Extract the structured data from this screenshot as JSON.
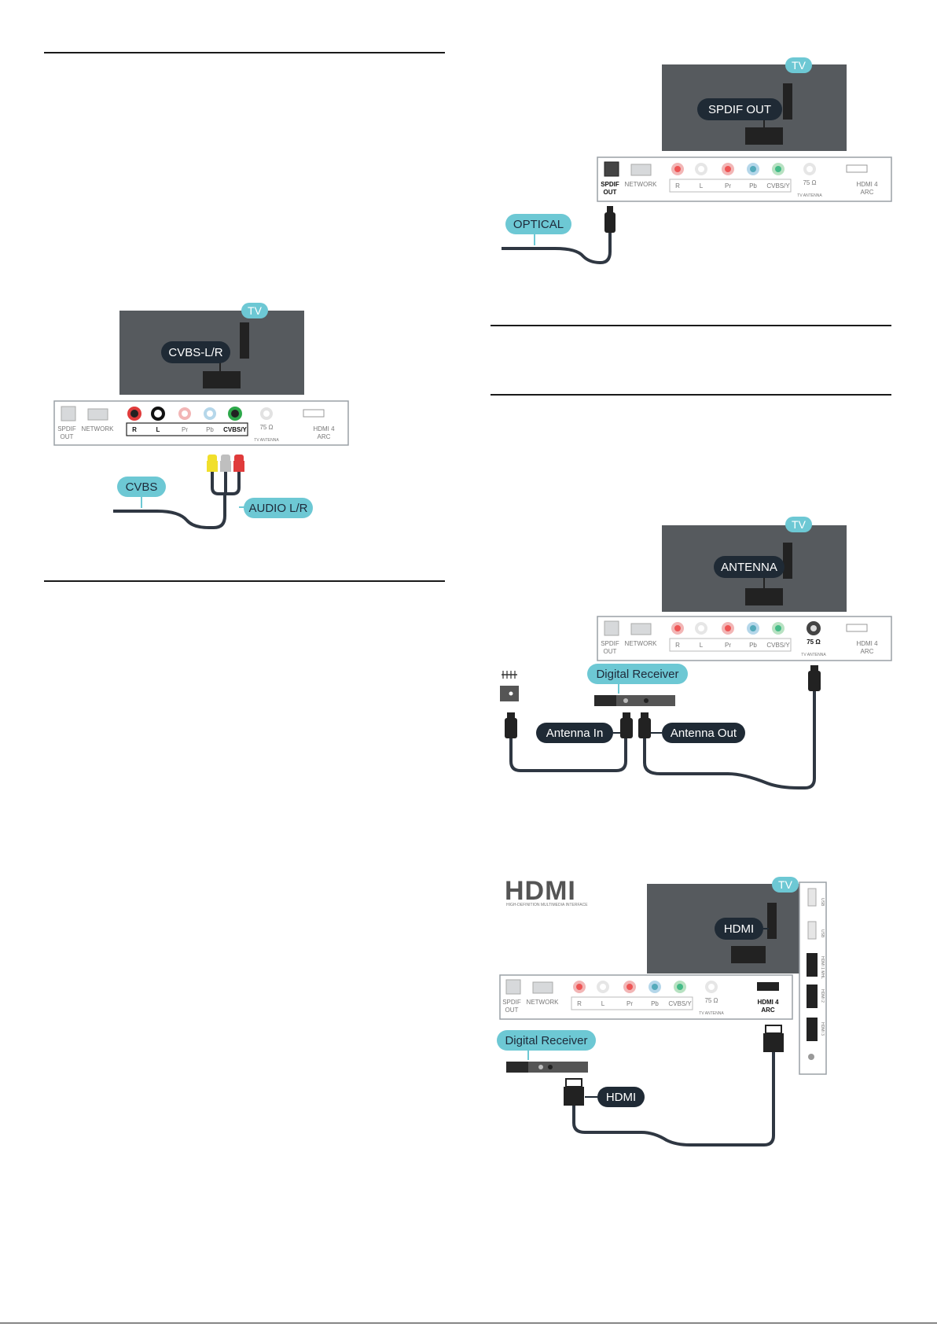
{
  "colors": {
    "tv_body": "#565a5e",
    "cable": "#2f3742",
    "callout_cyan": "#6dc8d4",
    "callout_dark": "#1f2a35",
    "panel_border": "#9aa0a6",
    "red_port": "#e03b3b",
    "green_port": "#2da84a",
    "yellow_plug": "#f1df2b"
  },
  "ports": {
    "spdif_line1": "SPDIF",
    "spdif_line2": "OUT",
    "network": "NETWORK",
    "r": "R",
    "l": "L",
    "pr": "Pr",
    "pb": "Pb",
    "cvbs_y": "CVBS/Y",
    "ohm": "75 Ω",
    "tv_antenna": "TV ANTENNA",
    "hdmi4_line1": "HDMI 4",
    "hdmi4_line2": "ARC"
  },
  "tv_tag": "TV",
  "fig_cvbs": {
    "tv_label": "CVBS-L/R",
    "cable_a": "CVBS",
    "cable_b": "AUDIO L/R"
  },
  "fig_optical": {
    "tv_label": "SPDIF OUT",
    "cable_label": "OPTICAL"
  },
  "fig_antenna": {
    "tv_label": "ANTENNA",
    "device_label": "Digital Receiver",
    "cable_in": "Antenna In",
    "cable_out": "Antenna Out"
  },
  "fig_hdmi": {
    "logo": "HDMI",
    "logo_sub": "HIGH-DEFINITION MULTIMEDIA INTERFACE",
    "tv_label": "HDMI",
    "device_label": "Digital Receiver",
    "cable_label": "HDMI",
    "side_ports": [
      "USB",
      "USB",
      "HDMI 1 MHL",
      "HDMI 2",
      "HDMI 3"
    ]
  }
}
